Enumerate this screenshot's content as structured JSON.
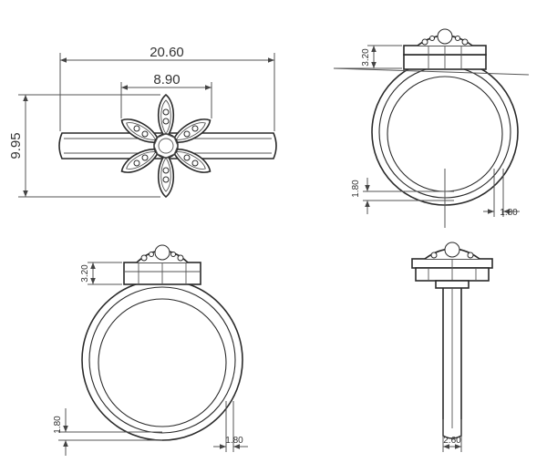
{
  "dimensions": {
    "top_overall_width": "20.60",
    "top_flower_width": "8.90",
    "top_height": "9.95",
    "side_head_height": "3.20",
    "side_band_thickness": "1.80",
    "side_band_width": "1.80",
    "front_head_height": "3.20",
    "front_band_thickness": "1.80",
    "front_band_width": "1.80",
    "profile_shank_width": "2.60"
  }
}
